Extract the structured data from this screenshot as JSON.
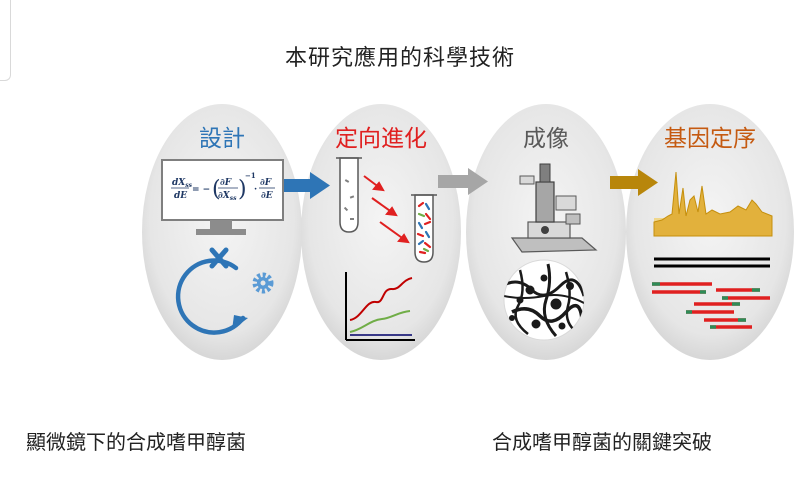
{
  "header": {
    "title": "本研究應用的科學技術"
  },
  "stages": [
    {
      "label": "設計",
      "color": "#2e75b6"
    },
    {
      "label": "定向進化",
      "color": "#e02020"
    },
    {
      "label": "成像",
      "color": "#595959"
    },
    {
      "label": "基因定序",
      "color": "#c55a11"
    }
  ],
  "arrows": [
    "#2e75b6",
    "#a6a6a6",
    "#b8860b"
  ],
  "equation": {
    "lhs_num": "dX",
    "lhs_sub": "ss",
    "lhs_den": "dE",
    "minus": "= −",
    "p_num": "∂F",
    "p_den": "∂X",
    "p_den_sub": "ss",
    "power": "−1",
    "dot": "·",
    "r_num": "∂F",
    "r_den": "∂E"
  },
  "captions": {
    "left": "顯微鏡下的合成嗜甲醇菌",
    "right": "合成嗜甲醇菌的關鍵突破"
  }
}
